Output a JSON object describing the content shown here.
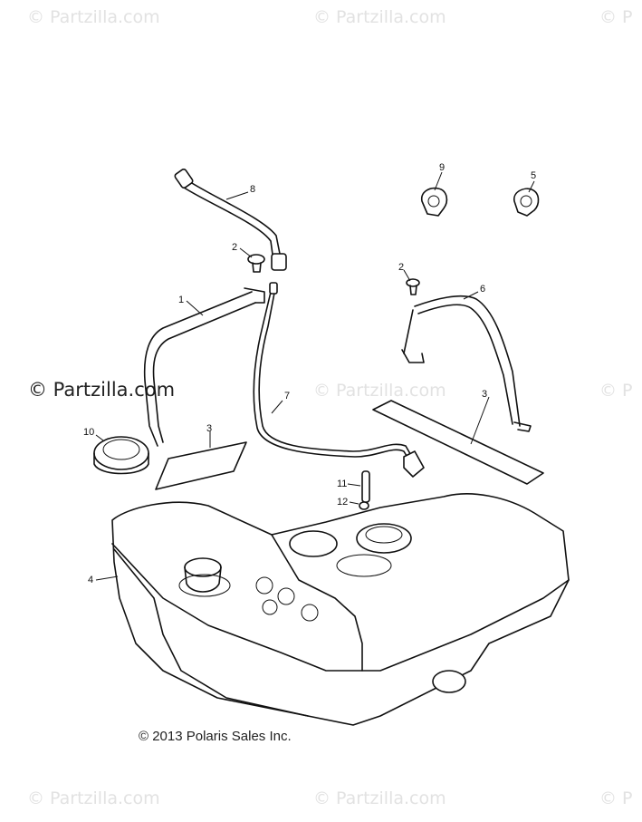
{
  "watermarks": [
    "© Partzilla.com",
    "© Partzilla.com",
    "© P",
    "© Partzilla.com",
    "© P",
    "© Partzilla.com",
    "© Partzilla.com",
    "© P"
  ],
  "main_watermark": "© Partzilla.com",
  "copyright": "© 2013 Polaris Sales Inc.",
  "callouts": [
    "1",
    "2",
    "2",
    "3",
    "3",
    "4",
    "5",
    "6",
    "7",
    "8",
    "9",
    "10",
    "11",
    "12"
  ]
}
